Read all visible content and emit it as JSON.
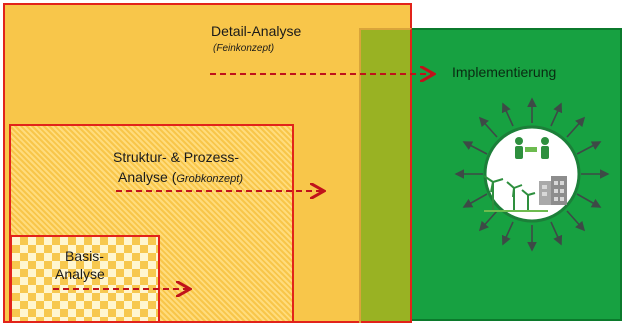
{
  "detail": {
    "title": "Detail-Analyse",
    "subtitle": "(Feinkonzept)"
  },
  "struktur": {
    "line1": "Struktur- & Prozess-",
    "line2": "Analyse (",
    "line2_italic": "Grobkonzept)"
  },
  "basis": {
    "line1": "Basis-",
    "line2": "Analyse"
  },
  "implementation": {
    "label": "Implementierung",
    "icon": "implementation-hub-icon"
  },
  "colors": {
    "detail": "#f8c64a",
    "impl": "#17a141",
    "overlap": "#99b223",
    "border": "#e2231a",
    "arrow": "#c0121b"
  }
}
